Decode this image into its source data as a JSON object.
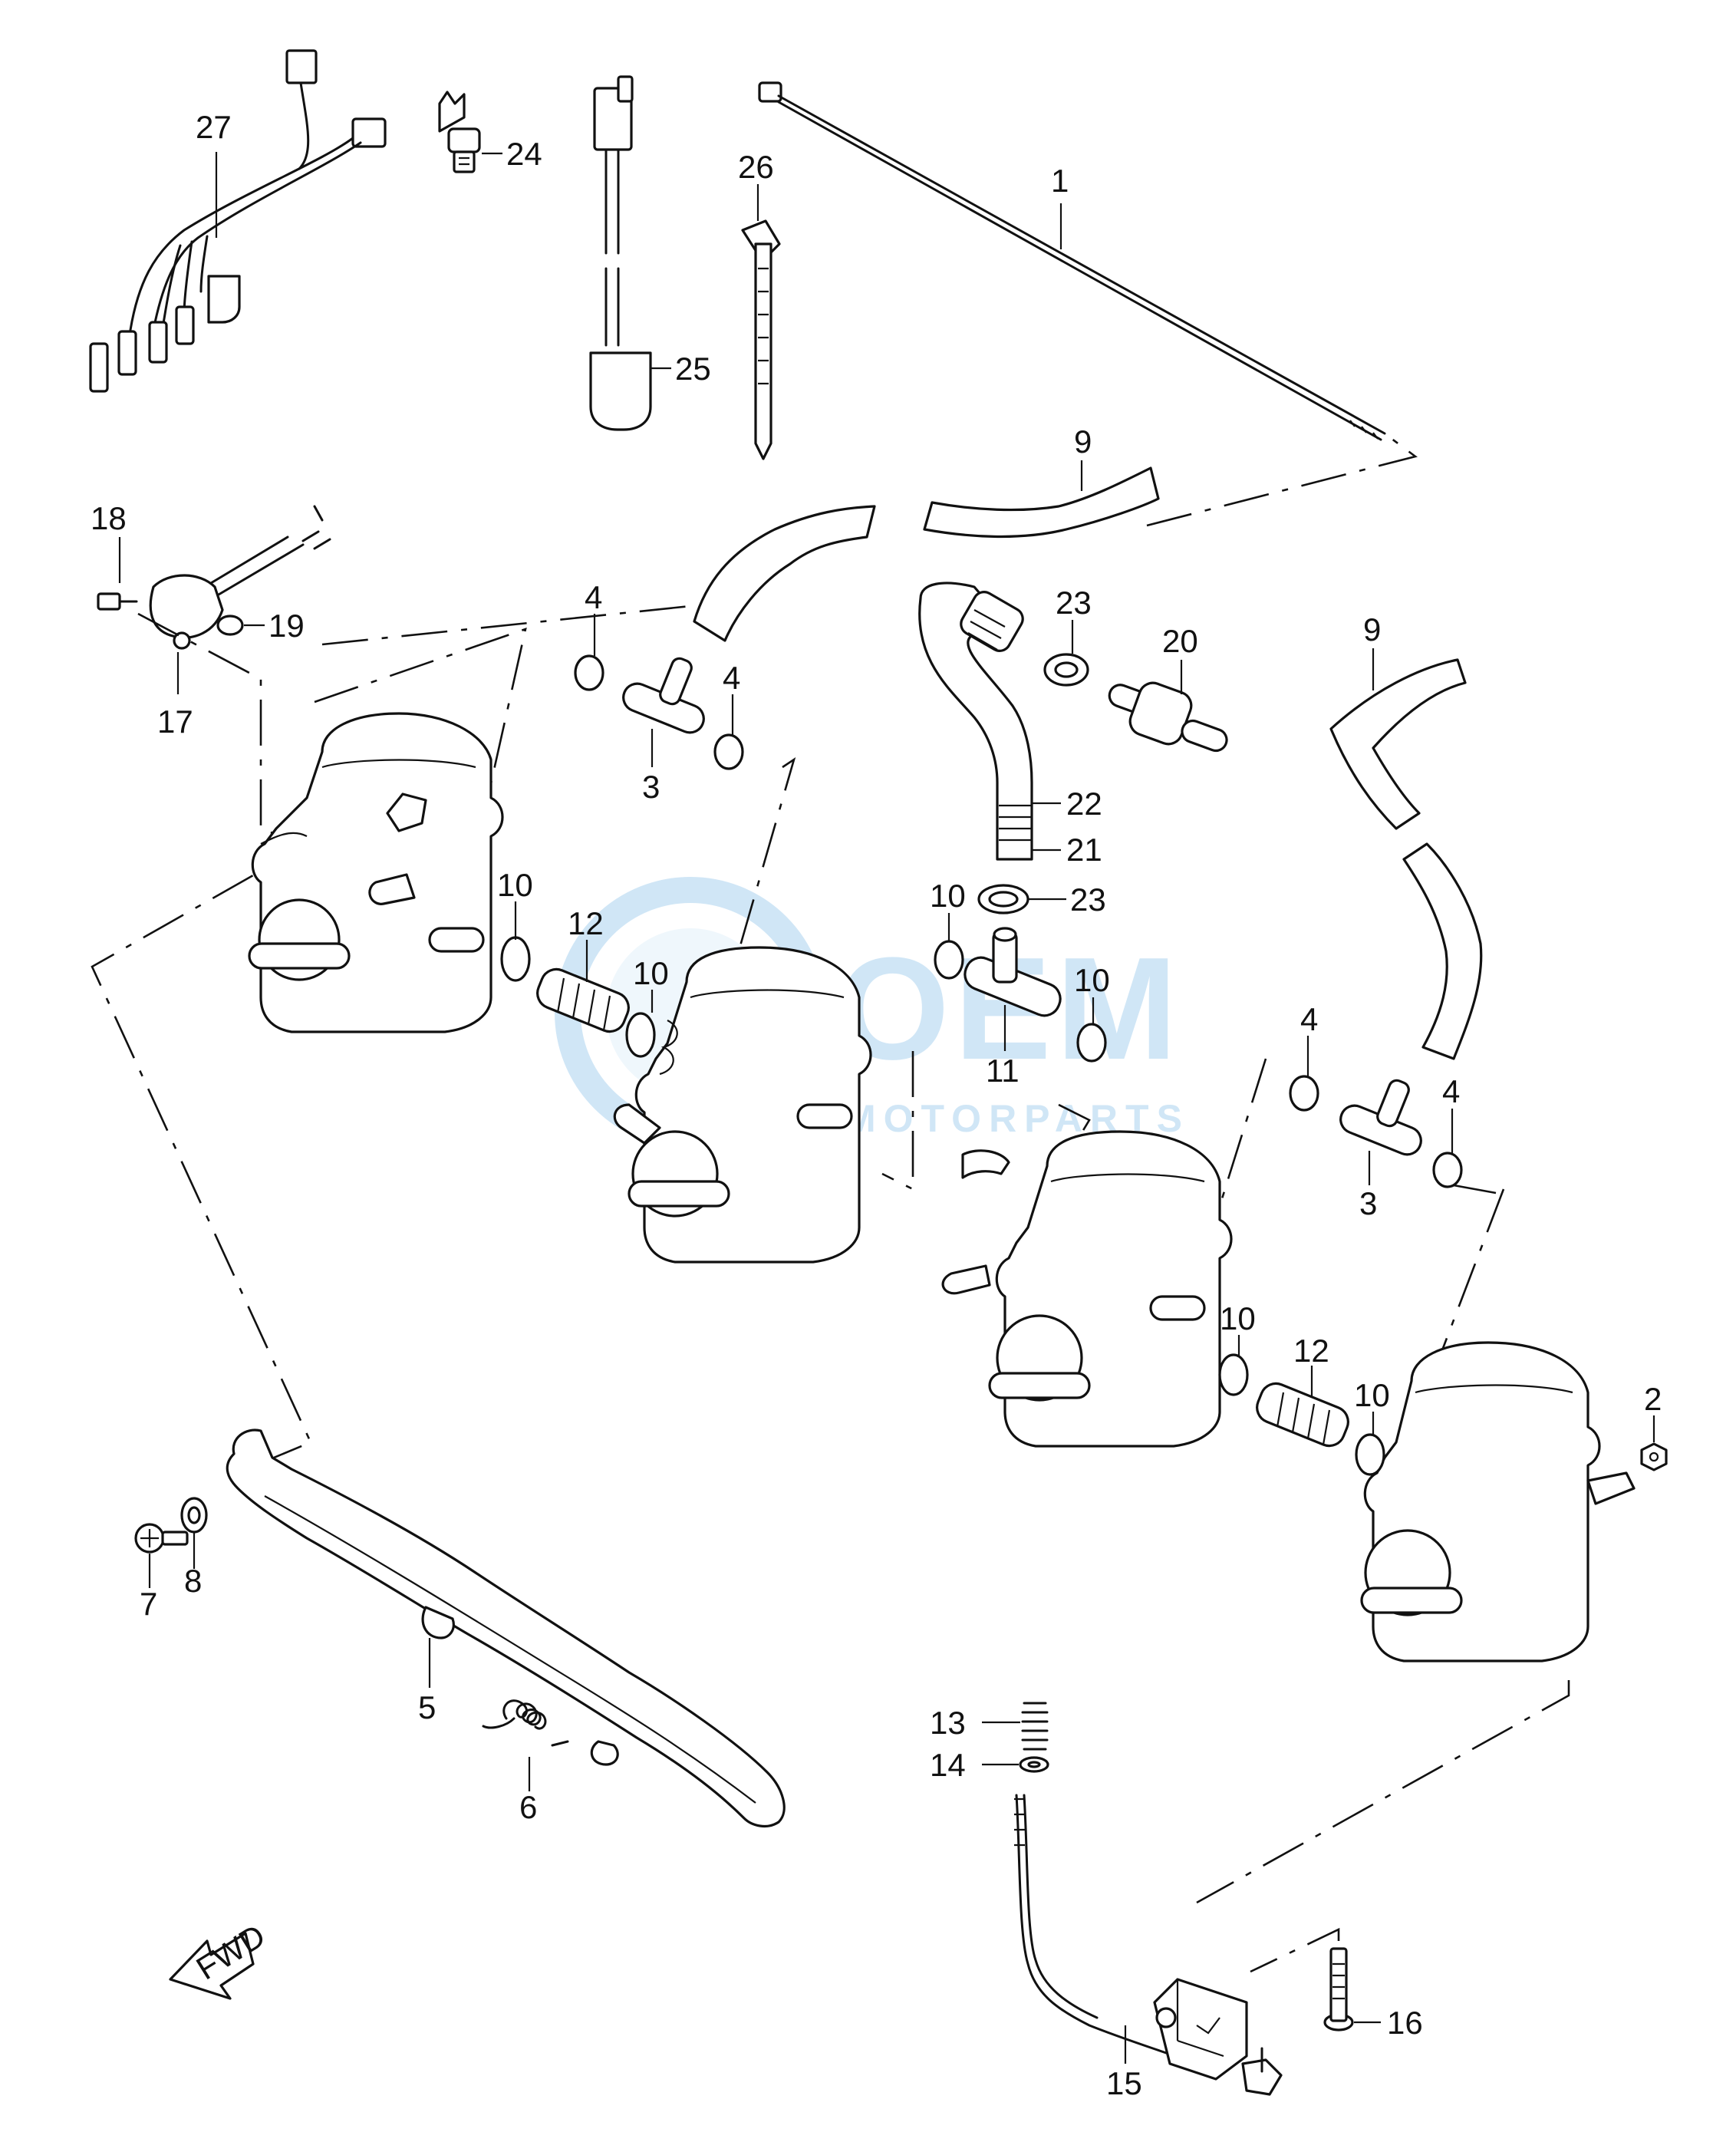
{
  "diagram": {
    "part_labels": {
      "p1": "1",
      "p2": "2",
      "p3a": "3",
      "p3b": "3",
      "p4a": "4",
      "p4b": "4",
      "p4c": "4",
      "p4d": "4",
      "p5": "5",
      "p6": "6",
      "p7": "7",
      "p8": "8",
      "p9a": "9",
      "p9b": "9",
      "p10a": "10",
      "p10b": "10",
      "p10c": "10",
      "p10d": "10",
      "p10e": "10",
      "p10f": "10",
      "p11": "11",
      "p12a": "12",
      "p12b": "12",
      "p13": "13",
      "p14": "14",
      "p15": "15",
      "p16": "16",
      "p17": "17",
      "p18": "18",
      "p19": "19",
      "p20": "20",
      "p21": "21",
      "p22": "22",
      "p23a": "23",
      "p23b": "23",
      "p24": "24",
      "p25": "25",
      "p26": "26",
      "p27": "27"
    },
    "fwd_arrow": "FWD",
    "watermark": {
      "brand": "OEM",
      "sub": "MOTORPARTS",
      "color": "#2a8fd6"
    }
  }
}
